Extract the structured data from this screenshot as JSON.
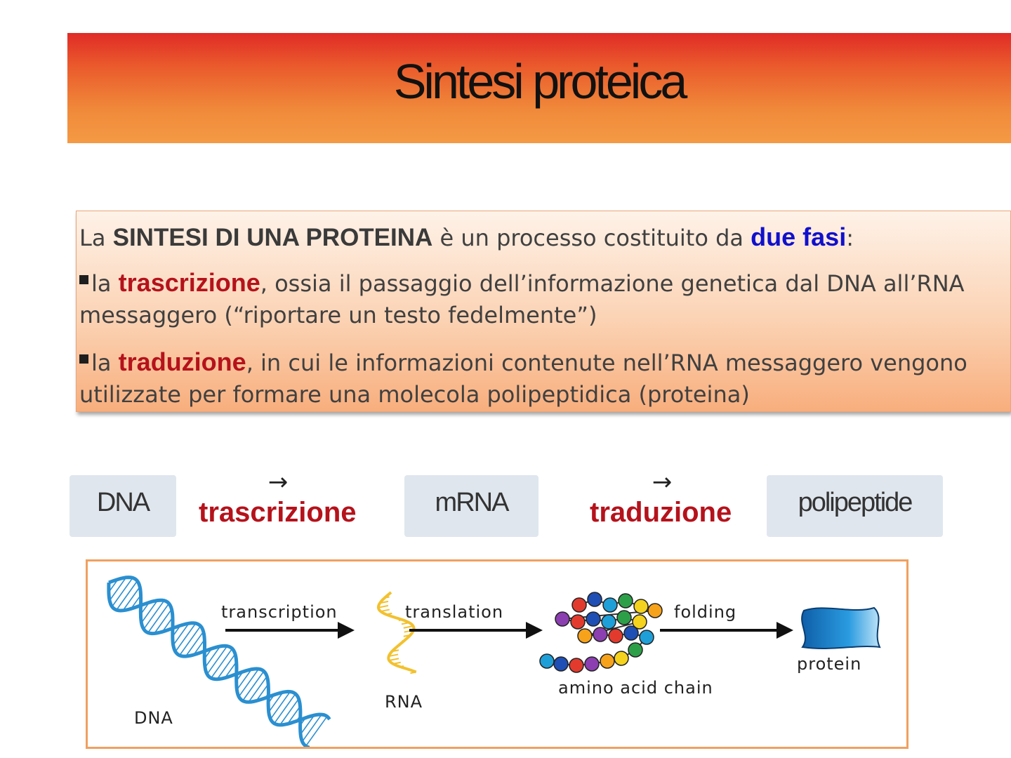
{
  "title": "Sintesi proteica",
  "intro": {
    "prefix": "La ",
    "highlight": "SINTESI DI UNA PROTEINA",
    "middle": " è un processo costituito da ",
    "phases": "due fasi",
    "suffix": ":"
  },
  "items": [
    {
      "prefix": "la ",
      "term": "trascrizione",
      "text": ", ossia il passaggio dell’informazione genetica dal DNA all’RNA messaggero (“riportare un testo fedelmente”)"
    },
    {
      "prefix": "la ",
      "term": "traduzione",
      "text": ", in cui le informazioni contenute nell’RNA messaggero  vengono utilizzate per formare una molecola polipeptidica (proteina)"
    }
  ],
  "flow": {
    "box1": "DNA",
    "arrow1": "→",
    "step1": "trascrizione",
    "box2": "mRNA",
    "arrow2": "→",
    "step2": "traduzione",
    "box3": "polipeptide"
  },
  "figure": {
    "labels": {
      "dna": "DNA",
      "transcription": "transcription",
      "rna": "RNA",
      "translation": "translation",
      "amino": "amino acid chain",
      "folding": "folding",
      "protein": "protein"
    },
    "colors": {
      "dna_strand": "#2a8fd0",
      "rna_strand": "#f2c12e",
      "protein": "#1d7fc6",
      "bead_palette": [
        "#e23b2e",
        "#f7a21b",
        "#2e9f49",
        "#1f4fb5",
        "#8c3fb0",
        "#f4d21d",
        "#1f9fd8"
      ]
    }
  }
}
